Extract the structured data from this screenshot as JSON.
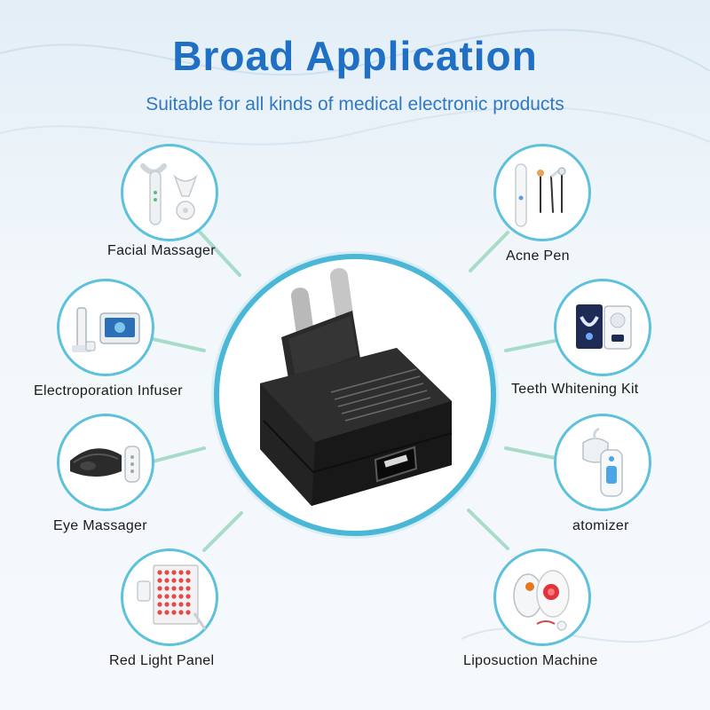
{
  "header": {
    "title": "Broad Application",
    "subtitle": "Suitable for all kinds of medical electronic products"
  },
  "center_product": {
    "icon": "power-adapter-icon"
  },
  "applications": [
    {
      "label": "Facial Massager",
      "icon": "facial-massager-icon"
    },
    {
      "label": "Acne Pen",
      "icon": "acne-pen-icon"
    },
    {
      "label": "Electroporation Infuser",
      "icon": "electroporation-infuser-icon"
    },
    {
      "label": "Teeth Whitening Kit",
      "icon": "teeth-whitening-kit-icon"
    },
    {
      "label": "Eye Massager",
      "icon": "eye-massager-icon"
    },
    {
      "label": "atomizer",
      "icon": "atomizer-icon"
    },
    {
      "label": "Red Light Panel",
      "icon": "red-light-panel-icon"
    },
    {
      "label": "Liposuction Machine",
      "icon": "liposuction-machine-icon"
    }
  ],
  "colors": {
    "accent": "#1f6fc4",
    "ring": "#4bb7d6",
    "connector": "#9fd9c4"
  }
}
